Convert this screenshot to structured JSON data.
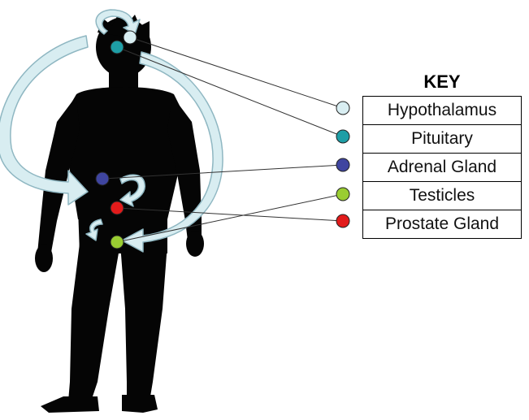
{
  "key": {
    "title": "KEY",
    "items": [
      {
        "label": "Hypothalamus",
        "color": "#d9eef2"
      },
      {
        "label": "Pituitary",
        "color": "#1e9ea6"
      },
      {
        "label": "Adrenal Gland",
        "color": "#3f45a0"
      },
      {
        "label": "Testicles",
        "color": "#9acd32"
      },
      {
        "label": "Prostate Gland",
        "color": "#e21b1b"
      }
    ]
  },
  "colors": {
    "silhouette": "#050505",
    "arrow_fill": "#d8edf1",
    "arrow_stroke": "#8fb7c2",
    "line": "#333333"
  }
}
